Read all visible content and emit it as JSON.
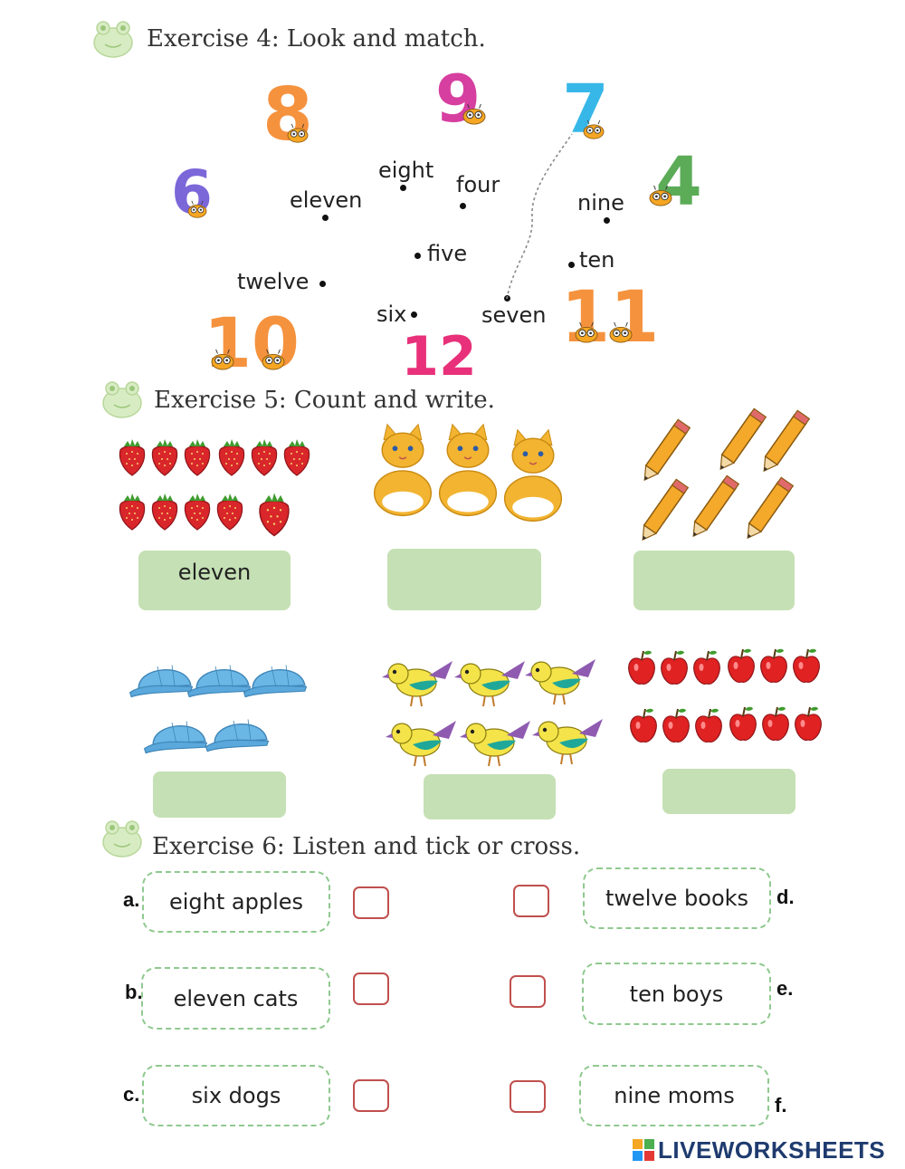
{
  "exercise4": {
    "title": "Exercise 4: Look and match.",
    "words": [
      "eight",
      "four",
      "eleven",
      "nine",
      "five",
      "ten",
      "twelve",
      "six",
      "seven"
    ],
    "numbers": [
      "8",
      "9",
      "7",
      "6",
      "4",
      "10",
      "12",
      "11"
    ]
  },
  "exercise5": {
    "title": "Exercise 5: Count and write.",
    "answers": [
      "eleven",
      "",
      "",
      "",
      "",
      ""
    ]
  },
  "exercise6": {
    "title": "Exercise 6: Listen and tick or cross.",
    "items": [
      {
        "letter": "a.",
        "text": "eight apples"
      },
      {
        "letter": "b.",
        "text": "eleven cats"
      },
      {
        "letter": "c.",
        "text": "six dogs"
      },
      {
        "letter": "d.",
        "text": "twelve books"
      },
      {
        "letter": "e.",
        "text": "ten boys"
      },
      {
        "letter": "f.",
        "text": "nine moms"
      }
    ]
  },
  "brand": {
    "name": "LIVEWORKSHEETS"
  },
  "colors": {
    "answer_box": "#c5e0b4",
    "tick_border": "#c0504d",
    "dashed_border": "#8fc98f"
  }
}
